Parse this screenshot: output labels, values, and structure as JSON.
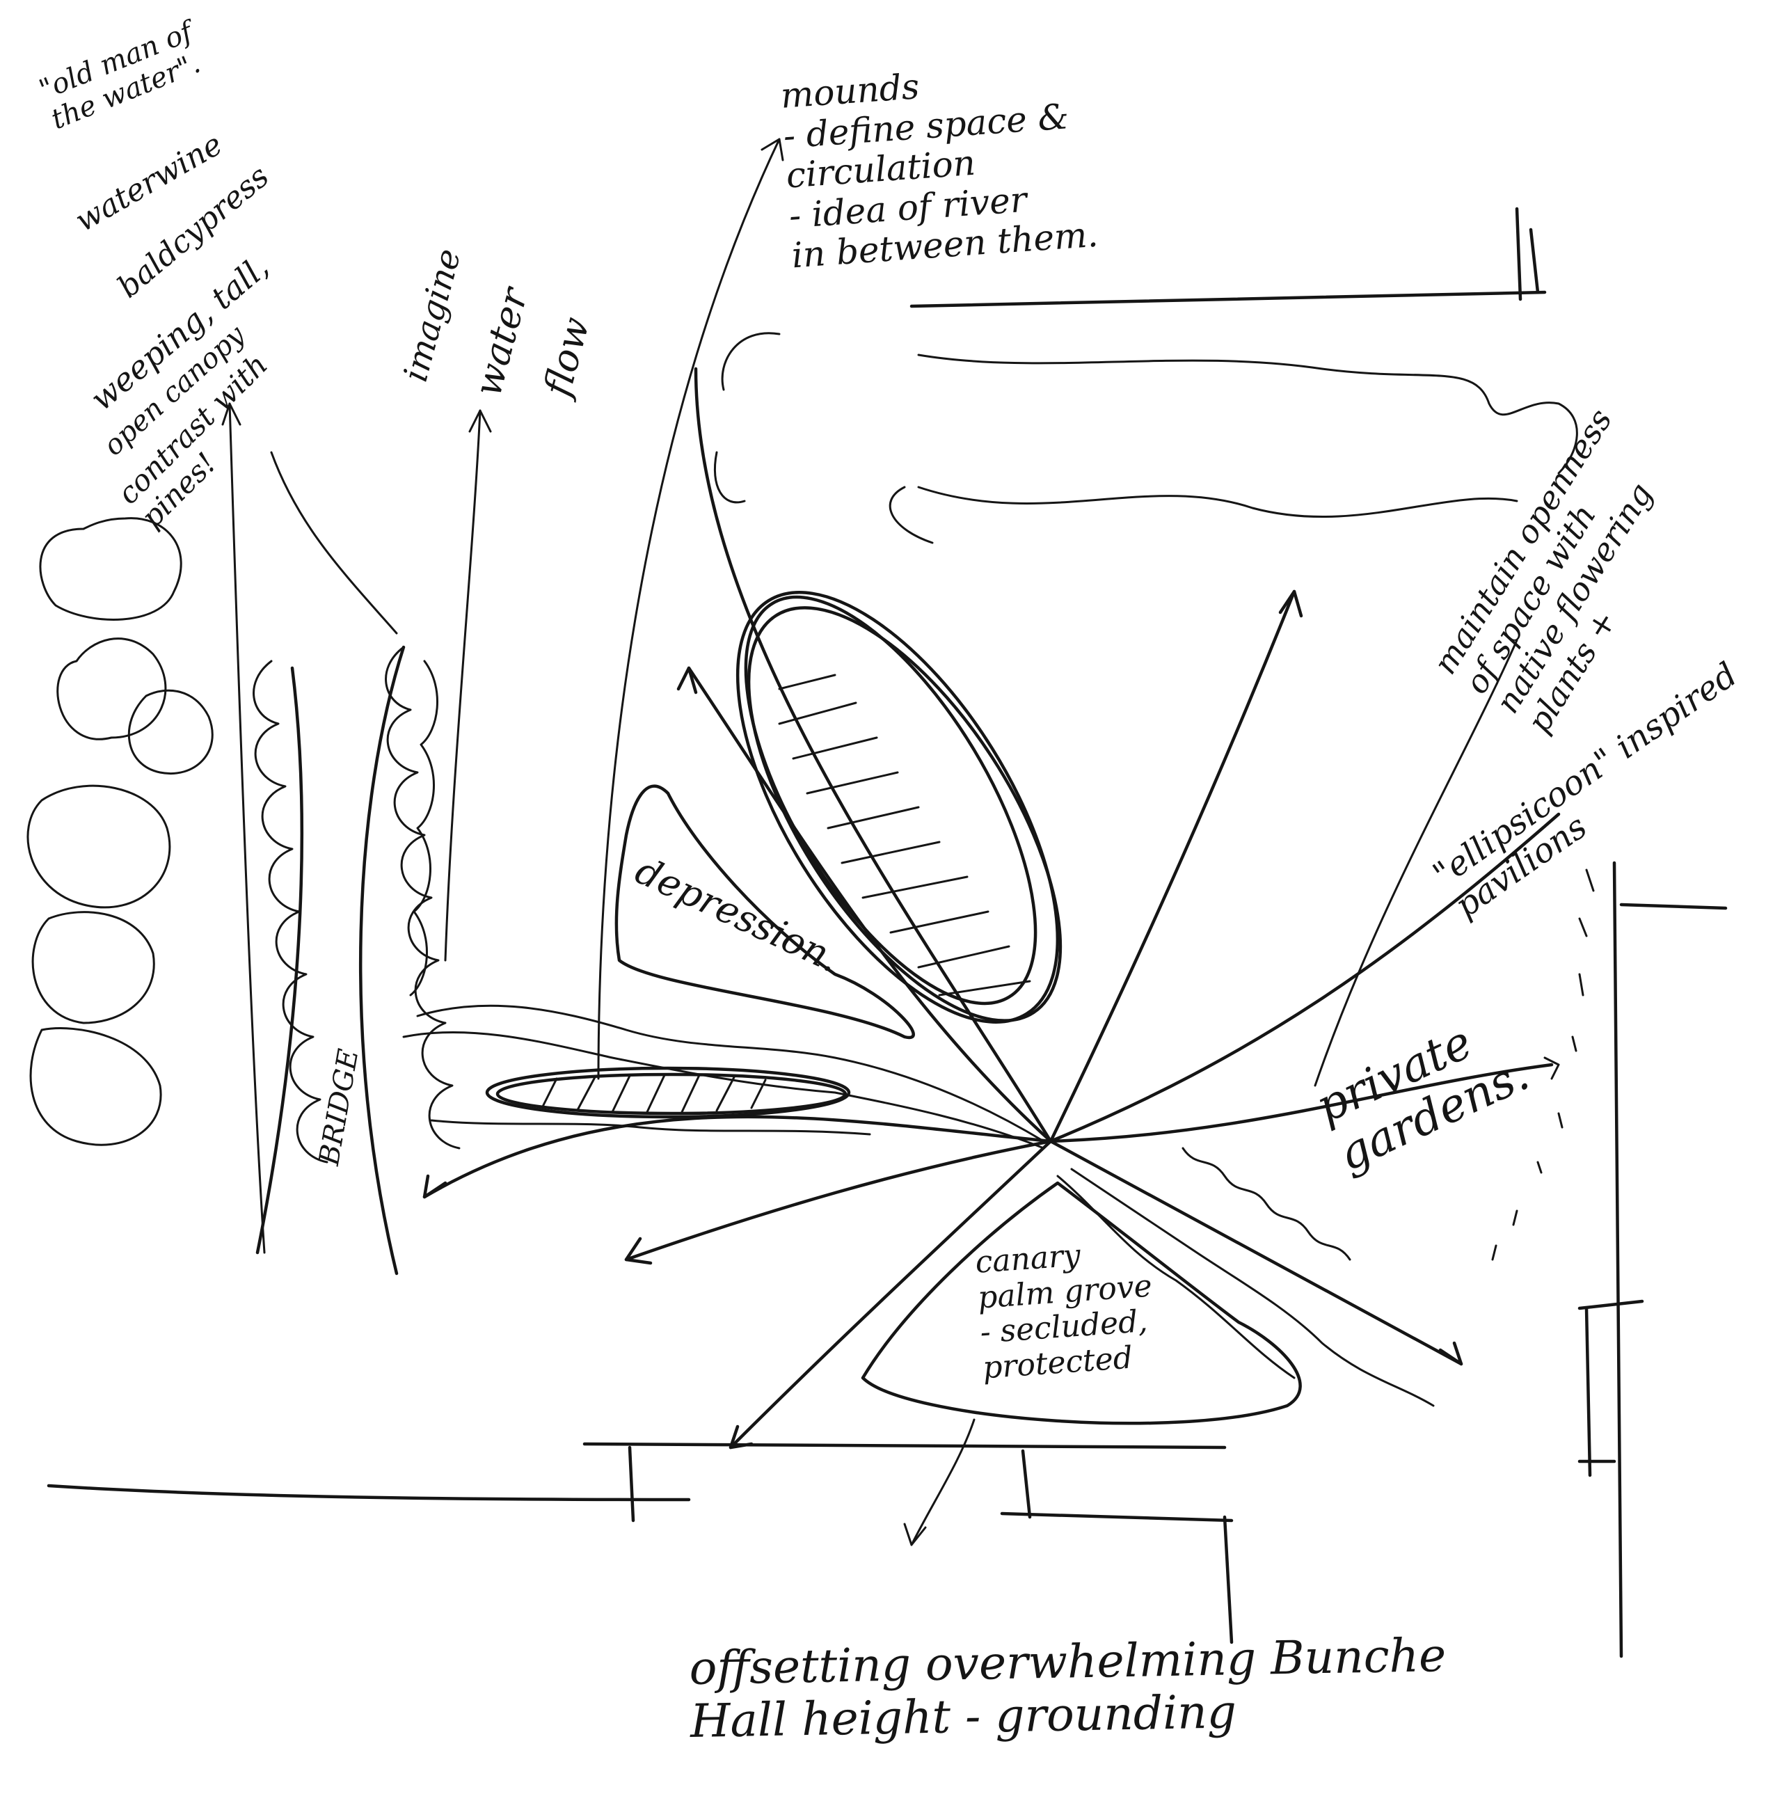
{
  "notes": {
    "old_man": "\"old man of\nthe water\".",
    "water_wine": "waterwine",
    "bald_cypress": "baldcypress",
    "weeping": "weeping, tall,",
    "canopy": "open canopy",
    "contrast": "contrast with\npines!",
    "imagine": "imagine",
    "water": "water",
    "flow": "flow",
    "mounds": "mounds\n- define space &\ncirculation\n- idea of river\nin between them.",
    "maintain": "maintain openness\nof space with\nnative flowering\nplants +",
    "ellipsicoon": "\"ellipsicoon\" inspired\npavilions",
    "depression": "depression.",
    "bridge": "BRIDGE",
    "private_gardens": "private\ngardens.",
    "canary": "canary\npalm grove\n- secluded,\nprotected",
    "offsetting": "offsetting overwhelming Bunche\nHall height - grounding"
  }
}
